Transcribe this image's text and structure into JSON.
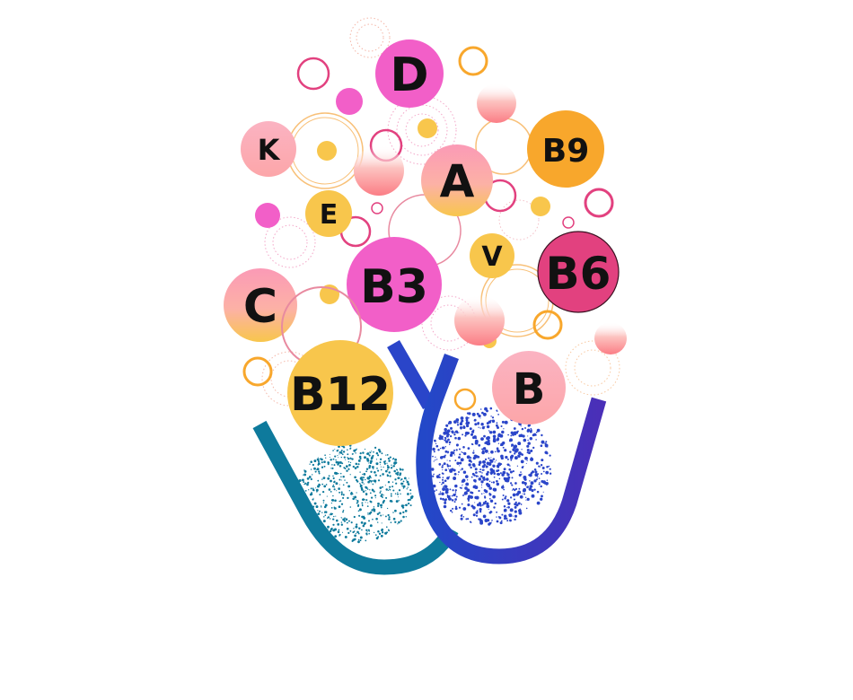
{
  "colors": {
    "background": "#ffffff",
    "pink": "#f25fc8",
    "orange": "#f8a72c",
    "yellow": "#f8c64c",
    "salmon": "#fb8e94",
    "magenta": "#e2417f",
    "teal": "#0e7a9c",
    "blue": "#2a45c9",
    "indigo": "#4433b8"
  },
  "vitamins": [
    {
      "id": "d",
      "label": "D"
    },
    {
      "id": "k",
      "label": "K"
    },
    {
      "id": "b9",
      "label": "B9"
    },
    {
      "id": "a",
      "label": "A"
    },
    {
      "id": "e",
      "label": "E"
    },
    {
      "id": "v",
      "label": "V"
    },
    {
      "id": "b6",
      "label": "B6"
    },
    {
      "id": "b3",
      "label": "B3"
    },
    {
      "id": "c",
      "label": "C"
    },
    {
      "id": "b12",
      "label": "B12"
    },
    {
      "id": "b",
      "label": "B"
    }
  ]
}
